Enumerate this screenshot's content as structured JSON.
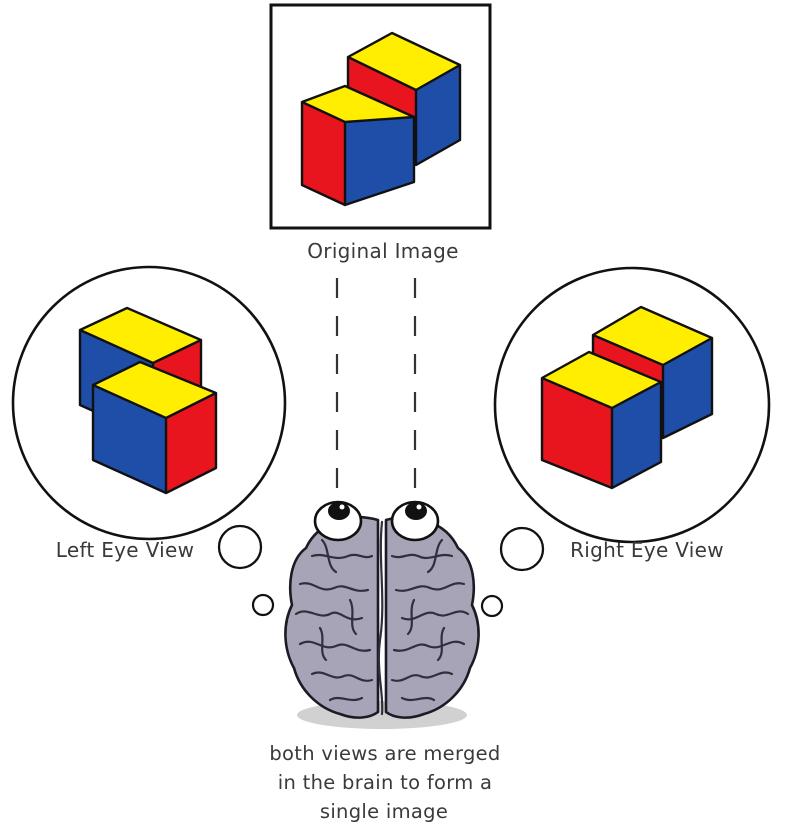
{
  "labels": {
    "original": "Original Image",
    "left_eye": "Left Eye View",
    "right_eye": "Right Eye View"
  },
  "caption": {
    "line1": "both views are merged",
    "line2": "in the brain to form a",
    "line3": "single image"
  },
  "colors": {
    "cube_top": "#ffee00",
    "cube_left": "#e8141e",
    "cube_right": "#1f4ea8",
    "brain": "#a7a4b7",
    "outline": "#111111"
  },
  "icons": {
    "brain": "brain-icon",
    "eyes": "eye-icon"
  }
}
